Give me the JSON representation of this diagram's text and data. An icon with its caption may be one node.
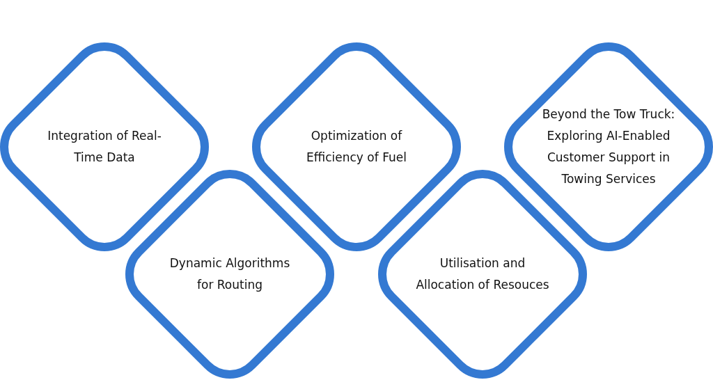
{
  "diagram": {
    "nodes": [
      {
        "text": [
          "Integration of Real-Time Data"
        ]
      },
      {
        "text": [
          "Dynamic Algorithms for Routing"
        ]
      },
      {
        "text": [
          "Optimization of Efficiency of Fuel"
        ]
      },
      {
        "text": [
          "Utilisation and Allocation of Resouces"
        ]
      },
      {
        "text": [
          "Beyond the Tow Truck: Exploring AI-Enabled Customer Support in Towing Services"
        ]
      }
    ]
  }
}
